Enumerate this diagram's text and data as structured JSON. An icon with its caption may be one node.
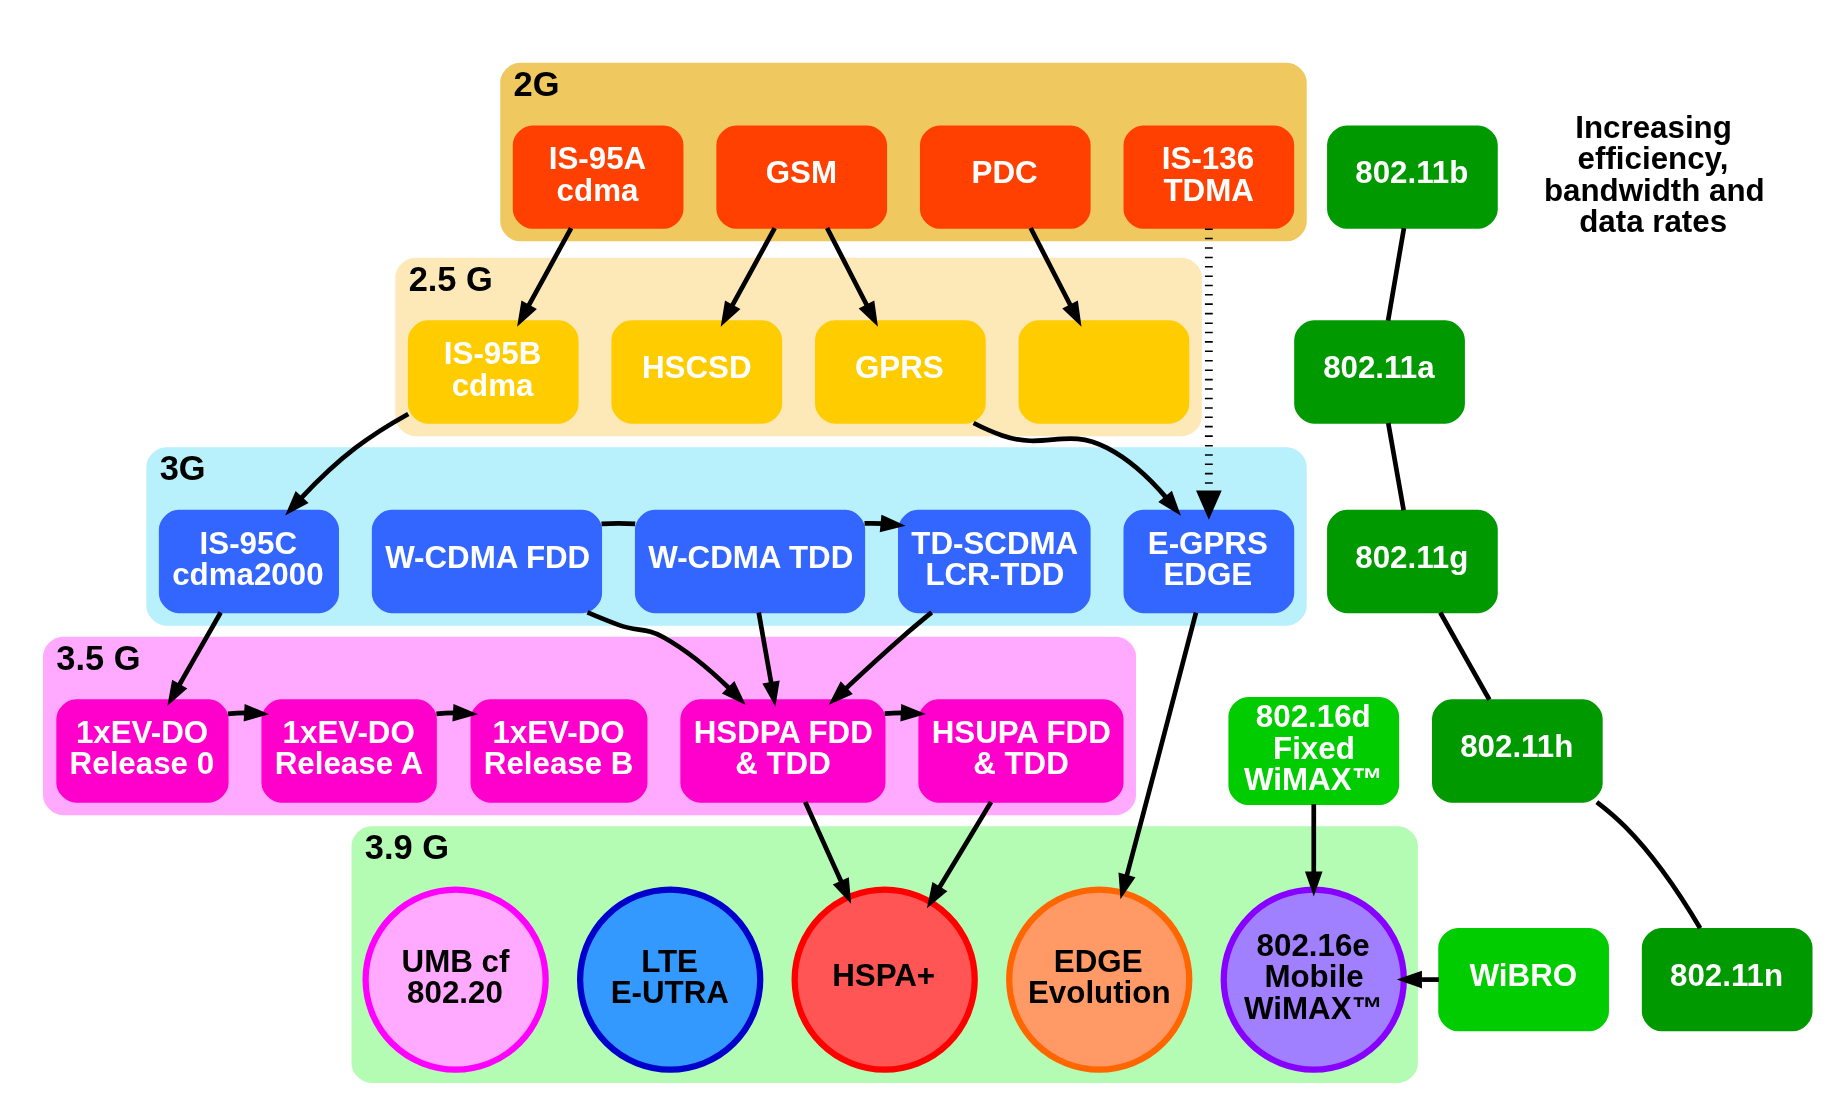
{
  "diagram": {
    "nodes": [
      {
        "text": [
          "2G"
        ]
      },
      {
        "text": [
          "IS-95A cdma"
        ],
        "in": 0
      },
      {
        "text": [
          "GSM"
        ],
        "in": 0
      },
      {
        "text": [
          "IS-136 TDMA"
        ],
        "in": 0
      },
      {
        "text": [
          "PDC"
        ],
        "in": 0
      },
      {
        "text": [
          "2.5 G"
        ]
      },
      {
        "text": [
          "IS-95B cdma"
        ],
        "in": 5
      },
      {
        "text": [
          "HSCSD"
        ],
        "in": 5
      },
      {
        "text": [
          "GPRS"
        ],
        "in": 5
      },
      {
        "text": [],
        "shape": "box",
        "in": 5
      },
      {
        "text": [
          "3G"
        ]
      },
      {
        "text": [
          "IS-95C cdma2000"
        ],
        "in": 10
      },
      {
        "text": [
          "E-GPRS EDGE"
        ],
        "in": 10
      },
      {
        "text": [
          "W-CDMA FDD"
        ],
        "in": 10
      },
      {
        "text": [
          "W-CDMA TDD"
        ],
        "in": 10
      },
      {
        "text": [
          "TD-SCDMA LCR-TDD"
        ],
        "in": 10
      },
      {
        "text": [
          "3.5 G"
        ]
      },
      {
        "text": [
          "1xEV-DO Release 0"
        ],
        "in": 16
      },
      {
        "text": [
          "1xEV-DO Release A"
        ],
        "in": 16
      },
      {
        "text": [
          "1xEV-DO Release B"
        ],
        "in": 16
      },
      {
        "text": [
          "HSDPA FDD & TDD"
        ],
        "in": 16
      },
      {
        "text": [
          "HSUPA FDD & TDD"
        ],
        "in": 16
      },
      {
        "text": [
          "3.9 G"
        ]
      },
      {
        "text": [
          "UMB cf 802.20"
        ],
        "in": 22
      },
      {
        "text": [
          "LTE E-UTRA"
        ],
        "in": 22
      },
      {
        "text": [
          "EDGE Evolution"
        ],
        "in": 22
      },
      {
        "text": [
          "HSPA+"
        ],
        "in": 22
      },
      {
        "text": [
          "802.16e Mobile WiMAX™"
        ],
        "in": 22
      },
      {
        "text": [
          "802.11b"
        ]
      },
      {
        "text": [
          "802.11a"
        ]
      },
      {
        "text": [
          "802.11g"
        ]
      },
      {
        "text": [
          "802.11h"
        ]
      },
      {
        "text": [
          "802.11n"
        ]
      },
      {
        "text": [
          "802.16d Fixed WiMAX™"
        ]
      },
      {
        "text": [
          "WiBRO"
        ]
      }
    ],
    "edges": [
      {
        "from": 1,
        "to": 6,
        "arrow": "to"
      },
      {
        "from": 2,
        "to": 7,
        "arrow": "to"
      },
      {
        "from": 2,
        "to": 8,
        "arrow": "to"
      },
      {
        "from": 3,
        "to": 12,
        "arrow": "to",
        "style": "dashed"
      },
      {
        "from": 4,
        "to": 9,
        "arrow": "to"
      },
      {
        "from": 6,
        "to": 11,
        "arrow": "to"
      },
      {
        "from": 8,
        "to": 12,
        "arrow": "to"
      },
      {
        "from": 11,
        "to": 17,
        "arrow": "to"
      },
      {
        "from": 12,
        "to": 25,
        "arrow": "to"
      },
      {
        "from": 13,
        "to": 14,
        "arrow": "none"
      },
      {
        "from": 14,
        "to": 15,
        "arrow": "to"
      },
      {
        "from": 13,
        "to": 20,
        "arrow": "to"
      },
      {
        "from": 14,
        "to": 20,
        "arrow": "to"
      },
      {
        "from": 15,
        "to": 20,
        "arrow": "to"
      },
      {
        "from": 17,
        "to": 18,
        "arrow": "to"
      },
      {
        "from": 18,
        "to": 19,
        "arrow": "to"
      },
      {
        "from": 20,
        "to": 21,
        "arrow": "to"
      },
      {
        "from": 20,
        "to": 26,
        "arrow": "to"
      },
      {
        "from": 21,
        "to": 26,
        "arrow": "to"
      },
      {
        "from": 33,
        "to": 27,
        "arrow": "to"
      },
      {
        "from": 34,
        "to": 27,
        "arrow": "to"
      },
      {
        "from": 28,
        "to": 29,
        "arrow": "none"
      },
      {
        "from": 29,
        "to": 30,
        "arrow": "none"
      },
      {
        "from": 30,
        "to": 31,
        "arrow": "none"
      },
      {
        "from": 31,
        "to": 32,
        "arrow": "none"
      }
    ],
    "labels": [
      "Increasing efficiency, bandwidth and data rates"
    ]
  }
}
